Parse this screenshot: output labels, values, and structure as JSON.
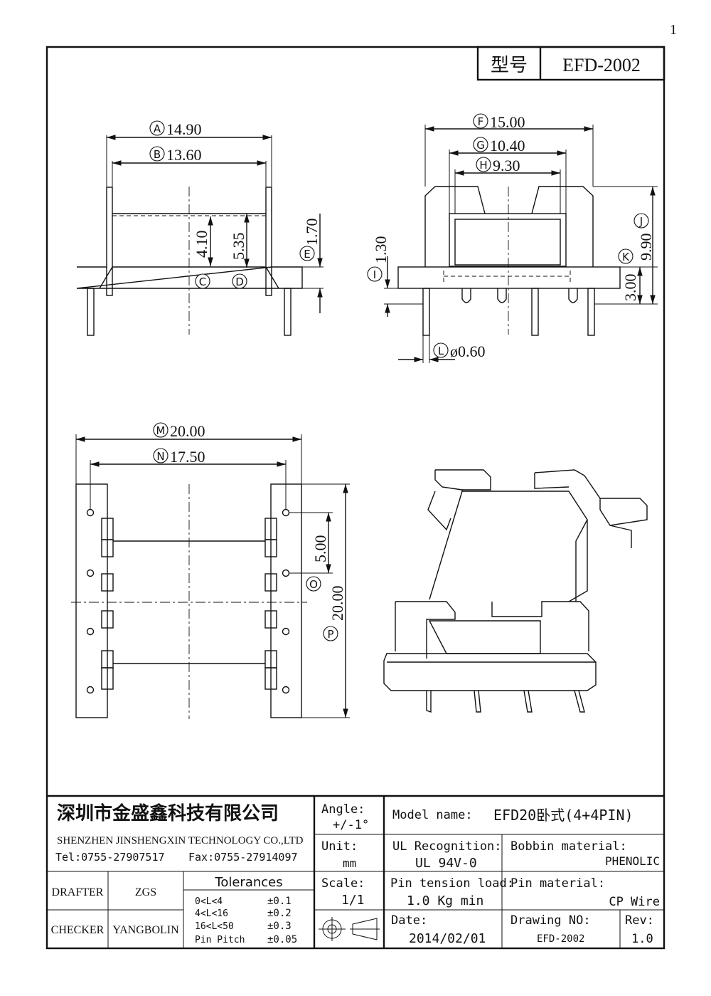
{
  "page_number": "1",
  "model": {
    "label": "型号",
    "value": "EFD-2002"
  },
  "dimensions": [
    {
      "letter": "A",
      "value": "14.90"
    },
    {
      "letter": "B",
      "value": "13.60"
    },
    {
      "letter": "C",
      "value": "4.10"
    },
    {
      "letter": "D",
      "value": "5.35"
    },
    {
      "letter": "E",
      "value": "1.70"
    },
    {
      "letter": "F",
      "value": "15.00"
    },
    {
      "letter": "G",
      "value": "10.40"
    },
    {
      "letter": "H",
      "value": "9.30"
    },
    {
      "letter": "I",
      "value": "1.30"
    },
    {
      "letter": "J",
      "value": "9.90"
    },
    {
      "letter": "K",
      "value": "3.00"
    },
    {
      "letter": "L",
      "value": "ø0.60"
    },
    {
      "letter": "M",
      "value": "20.00"
    },
    {
      "letter": "N",
      "value": "17.50"
    },
    {
      "letter": "O",
      "value": "5.00"
    },
    {
      "letter": "P",
      "value": "20.00"
    }
  ],
  "title_block": {
    "company_cn": "深圳市金盛鑫科技有限公司",
    "company_en": "SHENZHEN JINSHENGXIN TECHNOLOGY CO.,LTD",
    "tel": "Tel:0755-27907517",
    "fax": "Fax:0755-27914097",
    "angle_label": "Angle:",
    "angle_value": "+/-1°",
    "unit_label": "Unit:",
    "unit_value": "mm",
    "scale_label": "Scale:",
    "scale_value": "1/1",
    "model_name_label": "Model name:",
    "model_name_value": "EFD20卧式(4+4PIN)",
    "ul_label": "UL Recognition:",
    "ul_value": "UL 94V-0",
    "bobbin_label": "Bobbin material:",
    "bobbin_value": "PHENOLIC",
    "pin_tension_label": "Pin tension load:",
    "pin_tension_value": "1.0 Kg min",
    "pin_material_label": "Pin material:",
    "pin_material_value": "CP Wire",
    "date_label": "Date:",
    "date_value": "2014/02/01",
    "drawing_no_label": "Drawing NO:",
    "drawing_no_value": "EFD-2002",
    "rev_label": "Rev:",
    "rev_value": "1.0",
    "drafter_label": "DRAFTER",
    "drafter_value": "ZGS",
    "checker_label": "CHECKER",
    "checker_value": "YANGBOLIN",
    "tolerances_title": "Tolerances",
    "tolerances": [
      {
        "range": "0<L<4",
        "value": "±0.1"
      },
      {
        "range": "4<L<16",
        "value": "±0.2"
      },
      {
        "range": "16<L<50",
        "value": "±0.3"
      },
      {
        "range": "Pin Pitch",
        "value": "±0.05"
      }
    ]
  }
}
